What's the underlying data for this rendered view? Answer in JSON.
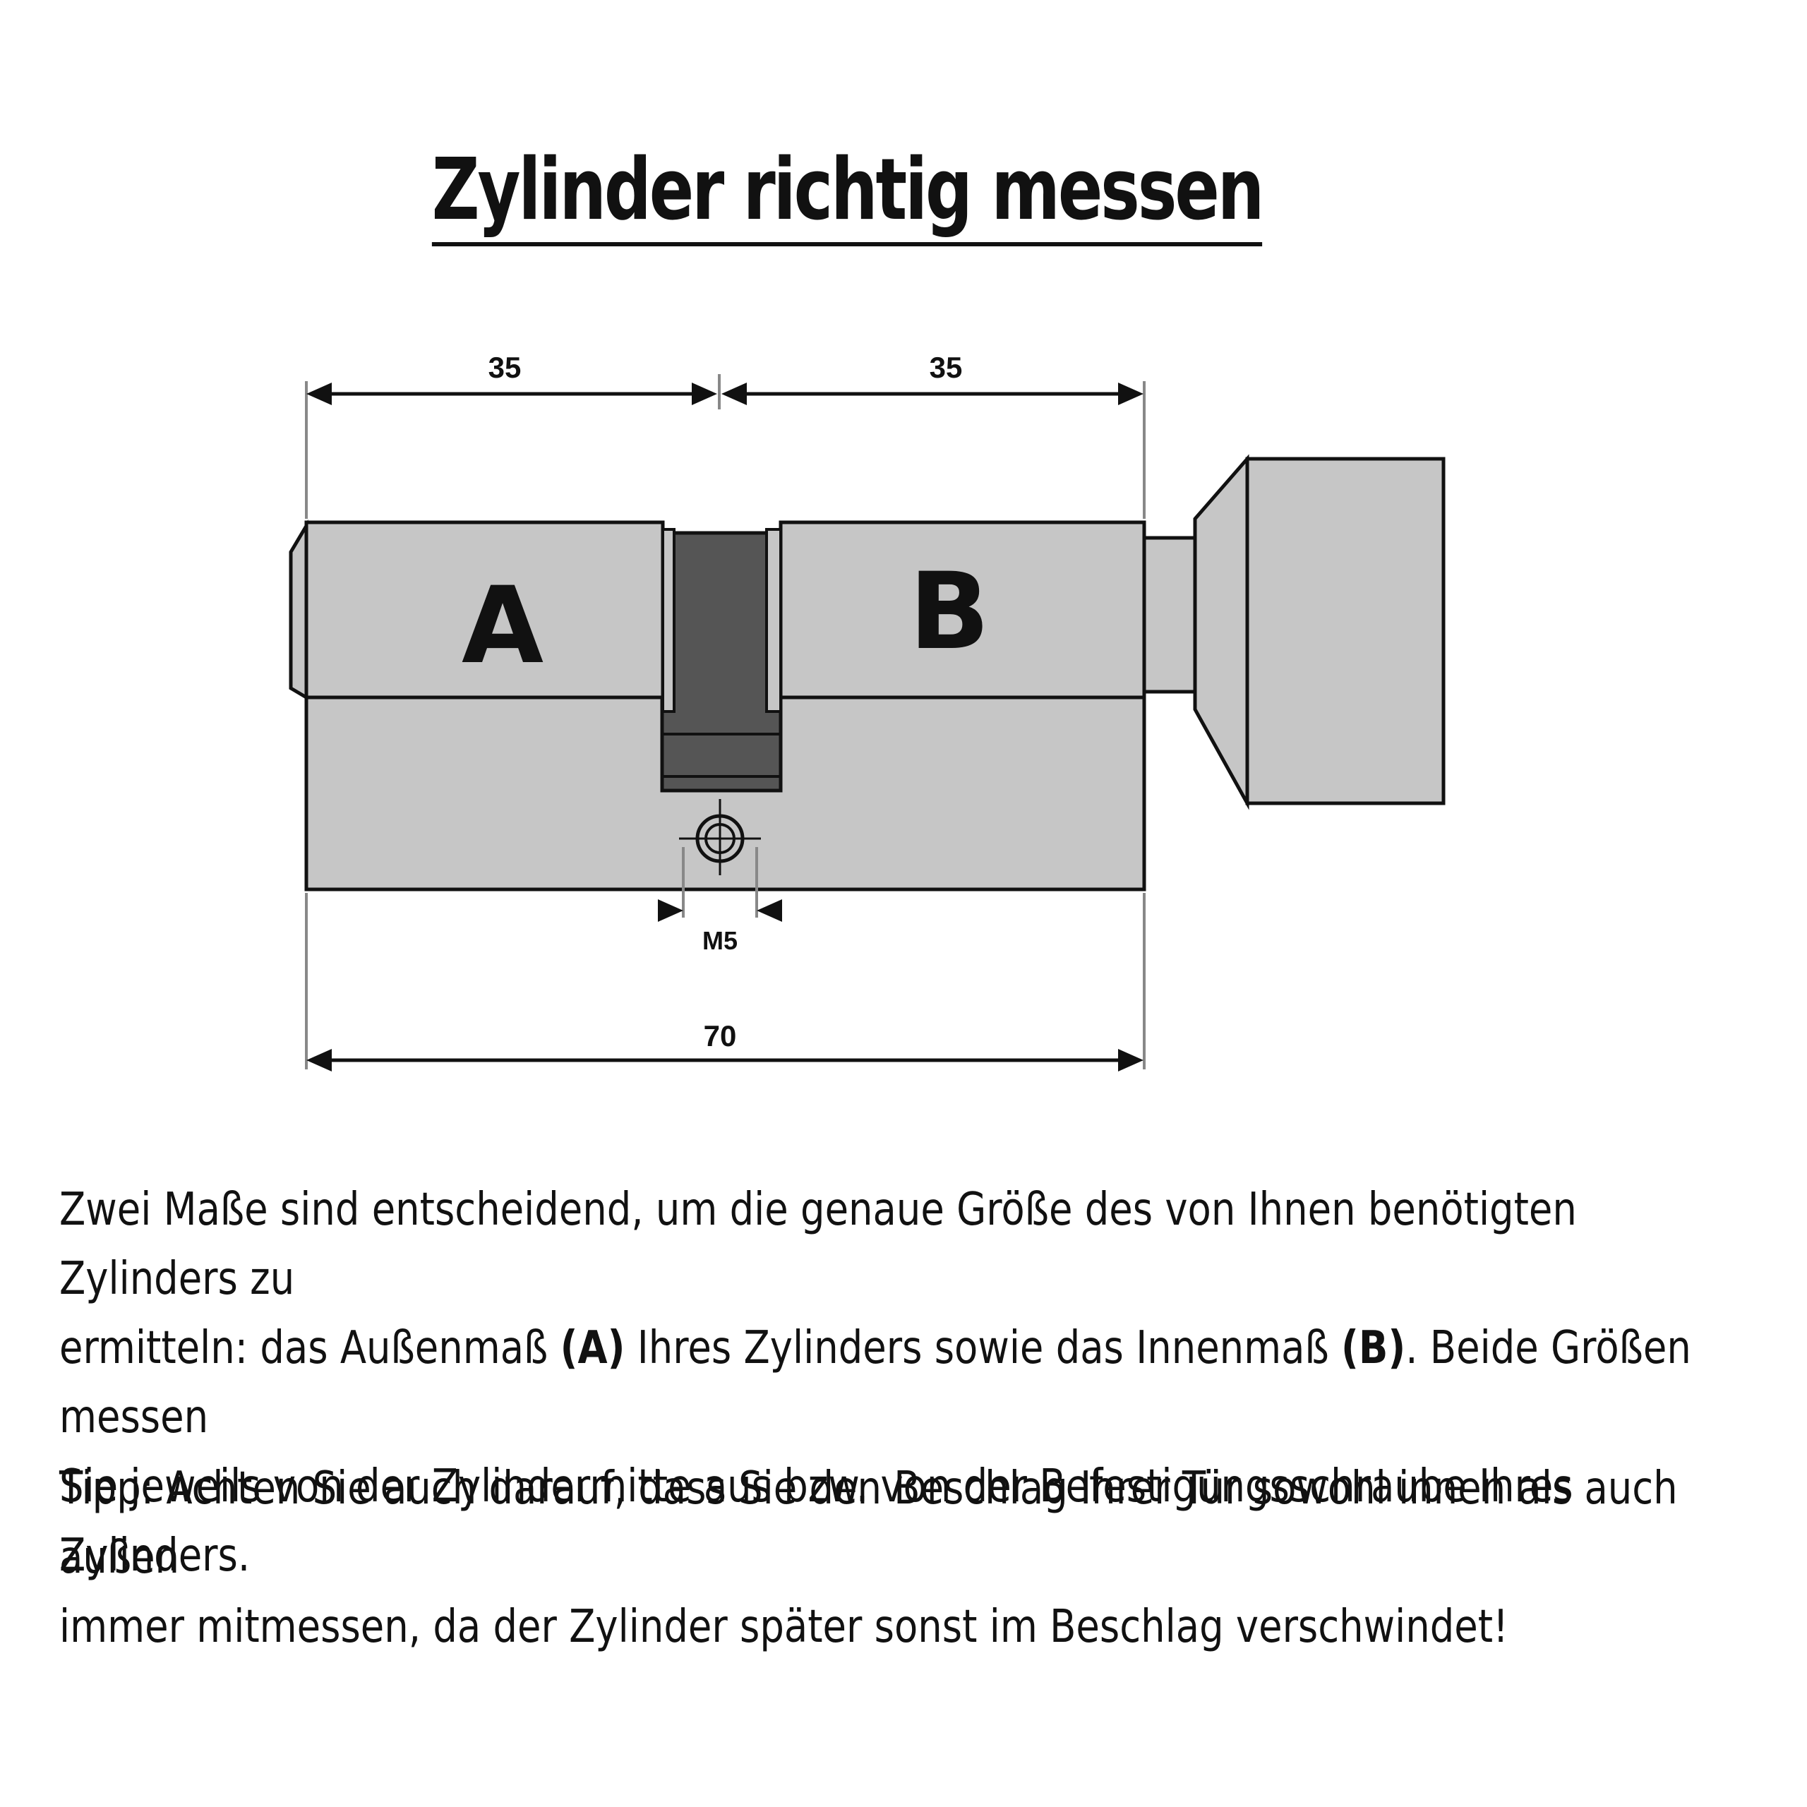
{
  "title": "Zylinder richtig messen",
  "diagram": {
    "dim_left": "35",
    "dim_right": "35",
    "dim_total": "70",
    "dim_screw": "M5",
    "label_a": "A",
    "label_b": "B"
  },
  "text": {
    "p1_part1": "Zwei Maße sind entscheidend, um die genaue Größe des von Ihnen benötigten Zylinders zu",
    "p1_part2": "ermitteln: das Außenmaß ",
    "p1_a": "(A)",
    "p1_part3": " Ihres Zylinders sowie das Innenmaß ",
    "p1_b": "(B)",
    "p1_part4": ". Beide Größen messen",
    "p1_part5": "Sie jeweils von der Zylindermitte aus bzw. von der Befestigungsschraube Ihres Zylinders.",
    "p2_line1": "Tipp: Achten Sie auch darauf, dass Sie den Beschlag Ihrer Tür sowohl innen als auch außen",
    "p2_line2": "immer mitmessen, da der Zylinder später sonst im Beschlag verschwindet!"
  },
  "colors": {
    "body_fill": "#c6c6c6",
    "dark_fill": "#555555",
    "stroke": "#111111",
    "ext_line": "#888888"
  }
}
